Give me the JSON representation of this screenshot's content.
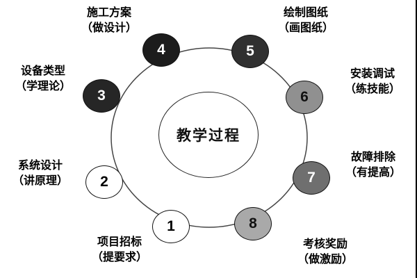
{
  "diagram": {
    "type": "circular-process",
    "center": {
      "label": "教学过程"
    },
    "ring_color": "#444444",
    "nodes": [
      {
        "num": "1",
        "title": "项目招标",
        "subtitle": "（提要求）",
        "fill": "#ffffff",
        "text_color": "#000000"
      },
      {
        "num": "2",
        "title": "系统设计",
        "subtitle": "（讲原理）",
        "fill": "#ffffff",
        "text_color": "#000000"
      },
      {
        "num": "3",
        "title": "设备类型",
        "subtitle": "（学理论）",
        "fill": "#262626",
        "text_color": "#ffffff"
      },
      {
        "num": "4",
        "title": "施工方案",
        "subtitle": "（做设计）",
        "fill": "#1c1c1c",
        "text_color": "#ffffff"
      },
      {
        "num": "5",
        "title": "绘制图纸",
        "subtitle": "（画图纸）",
        "fill": "#303030",
        "text_color": "#ffffff"
      },
      {
        "num": "6",
        "title": "安装调试",
        "subtitle": "（练技能）",
        "fill": "#909090",
        "text_color": "#111111"
      },
      {
        "num": "7",
        "title": "故障排除",
        "subtitle": "（有提高）",
        "fill": "#6f6f6f",
        "text_color": "#ffffff"
      },
      {
        "num": "8",
        "title": "考核奖励",
        "subtitle": "（做激励）",
        "fill": "#a9a9a9",
        "text_color": "#111111"
      }
    ]
  }
}
